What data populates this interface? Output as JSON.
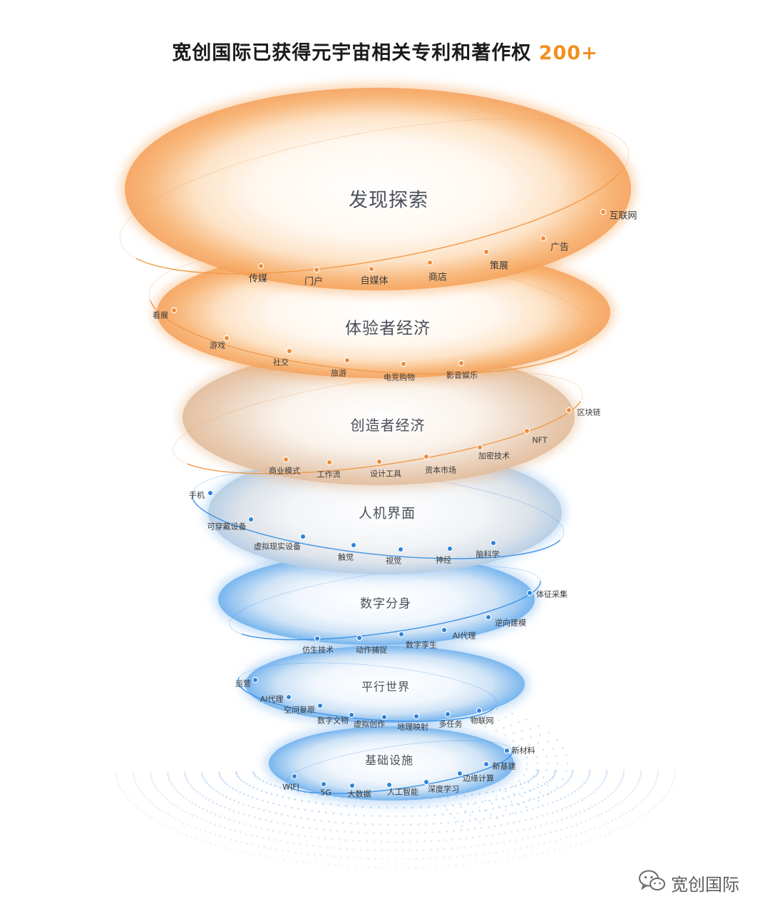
{
  "title": {
    "text": "宽创国际已获得元宇宙相关专利和著作权",
    "highlight": "200+"
  },
  "colors": {
    "orange": "#f29a4a",
    "orange_dot": "#ef8c3a",
    "blue": "#3f93e6",
    "blue_dot": "#2d84d9",
    "highlight": "#f0901f"
  },
  "layers": [
    {
      "name": "发现探索",
      "theme": "orange",
      "items": [
        "互联网",
        "广告",
        "策展",
        "商店",
        "自媒体",
        "门户",
        "传媒"
      ]
    },
    {
      "name": "体验者经济",
      "theme": "orange",
      "items": [
        "看展",
        "游戏",
        "社交",
        "旅游",
        "电竞购物",
        "影音娱乐"
      ]
    },
    {
      "name": "创造者经济",
      "theme": "orange",
      "items": [
        "区块链",
        "NFT",
        "加密技术",
        "资本市场",
        "设计工具",
        "工作流",
        "商业模式"
      ]
    },
    {
      "name": "人机界面",
      "theme": "blue",
      "items": [
        "手机",
        "可穿戴设备",
        "虚拟现实设备",
        "触觉",
        "视觉",
        "神经",
        "脑科学"
      ]
    },
    {
      "name": "数字分身",
      "theme": "blue",
      "items": [
        "体征采集",
        "逆向建模",
        "AI代理",
        "数字孪生",
        "动作捕捉",
        "仿生技术"
      ]
    },
    {
      "name": "平行世界",
      "theme": "blue",
      "items": [
        "运营",
        "AI代理",
        "空间复原",
        "数字文物",
        "虚拟创作",
        "地理映射",
        "多任务",
        "物联网"
      ]
    },
    {
      "name": "基础设施",
      "theme": "blue",
      "items": [
        "新材料",
        "新基建",
        "边缘计算",
        "深度学习",
        "人工智能",
        "大数据",
        "5G",
        "WIFI"
      ]
    }
  ],
  "watermark": {
    "text": "宽创国际",
    "icon": "wechat-icon"
  }
}
